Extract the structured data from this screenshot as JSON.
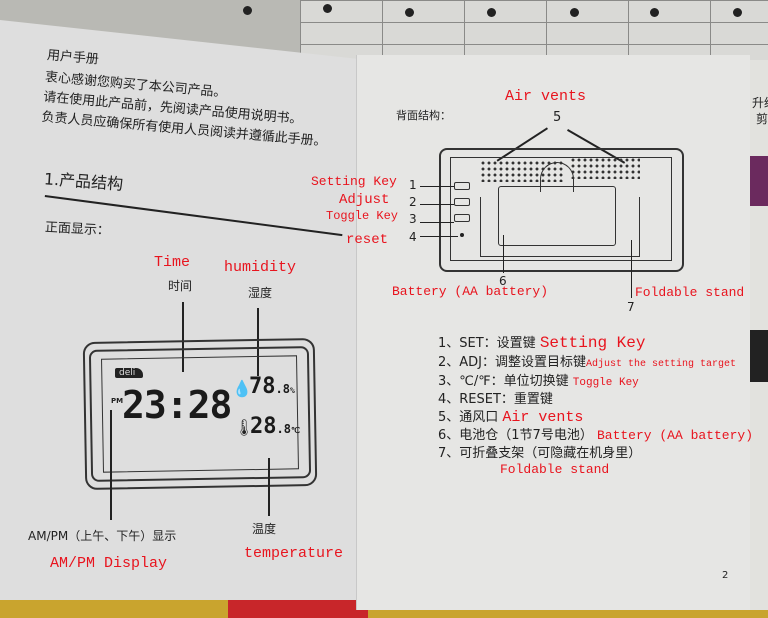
{
  "left_page": {
    "title": "用户手册",
    "intro": [
      "衷心感谢您购买了本公司产品。",
      "请在使用此产品前，先阅读产品使用说明书。",
      "负责人员应确保所有使用人员阅读并遵循此手册。"
    ],
    "section": "1.产品结构",
    "front_label": "正面显示：",
    "callouts": {
      "time_cn": "时间",
      "time_en": "Time",
      "humidity_cn": "湿度",
      "humidity_en": "humidity",
      "temp_cn": "温度",
      "temp_en": "temperature",
      "ampm_cn": "AM/PM（上午、下午）显示",
      "ampm_en": "AM/PM Display"
    },
    "lcd": {
      "brand": "deli",
      "ampm": "PM",
      "time": "23:28",
      "humidity_int": "78",
      "humidity_dec": ".8",
      "humidity_unit": "%",
      "temp_int": "28",
      "temp_dec": ".8",
      "temp_unit": "℃"
    }
  },
  "right_page": {
    "back_label": "背面结构：",
    "air_vents_en": "Air vents",
    "numbers": [
      "1",
      "2",
      "3",
      "4",
      "5",
      "6",
      "7"
    ],
    "callouts": {
      "k1": "Setting Key",
      "k2": "Adjust",
      "k3": "Toggle Key",
      "k4": "reset",
      "battery": "Battery (AA battery)",
      "stand": "Foldable stand"
    },
    "list": [
      {
        "cn": "1、SET：设置键",
        "en": "Setting Key"
      },
      {
        "cn": "2、ADJ：调整设置目标键",
        "en": "Adjust the setting target"
      },
      {
        "cn": "3、℃/℉：单位切换键",
        "en": "Toggle Key"
      },
      {
        "cn": "4、RESET：重置键",
        "en": ""
      },
      {
        "cn": "5、通风口",
        "en": "Air vents"
      },
      {
        "cn": "6、电池仓（1节7号电池）",
        "en": "Battery (AA battery)"
      },
      {
        "cn": "7、可折叠支架（可隐藏在机身里）",
        "en": ""
      }
    ],
    "list_last_en": "Foldable stand",
    "page_number": "2"
  },
  "edge_text": [
    "升级",
    "剪"
  ]
}
